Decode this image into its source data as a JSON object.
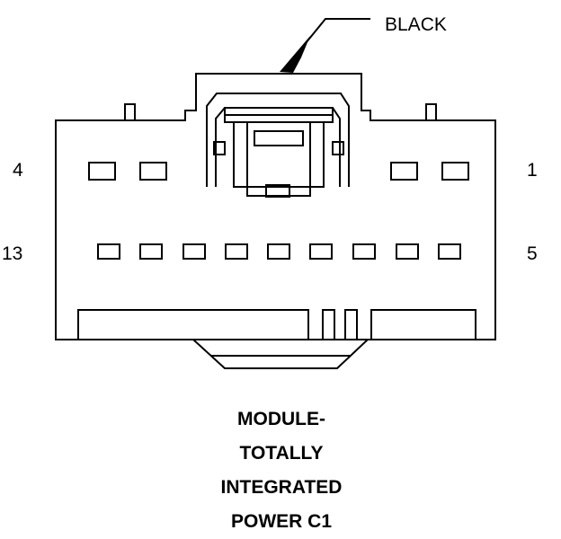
{
  "connector": {
    "color_label": "BLACK",
    "pin_labels": {
      "top_left": "4",
      "top_right": "1",
      "bottom_left": "13",
      "bottom_right": "5"
    },
    "caption_lines": [
      "MODULE-",
      "TOTALLY",
      "INTEGRATED",
      "POWER C1"
    ]
  }
}
